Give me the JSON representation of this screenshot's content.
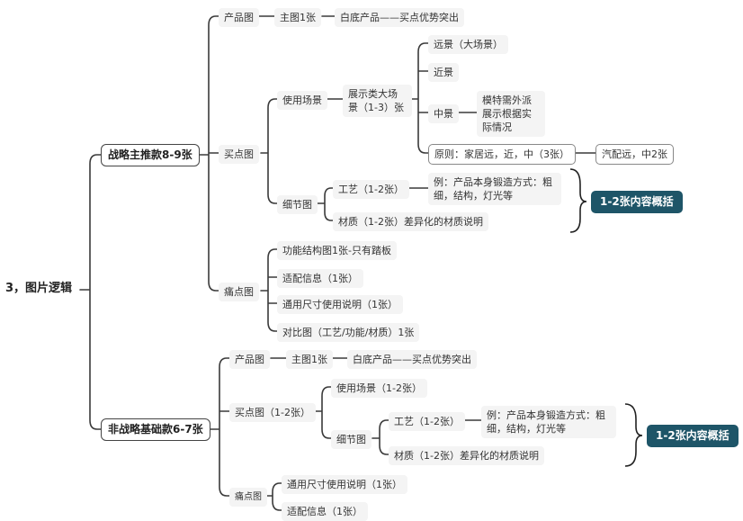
{
  "root": {
    "label": "3，图片逻辑"
  },
  "strategic": {
    "label": "战略主推款8-9张",
    "product": {
      "label": "产品图",
      "main": "主图1张",
      "detail": "白底产品——买点优势突出"
    },
    "selling": {
      "label": "买点图",
      "usage": {
        "label": "使用场景",
        "display": "展示类大场景（1-3）张",
        "far": "远景（大场景）",
        "near": "近景",
        "mid": "中景",
        "mid_detail": "模特需外派展示根据实际情况",
        "principle": "原则：家居远，近，中（3张）",
        "auto": "汽配远，中2张"
      },
      "detail": {
        "label": "细节图",
        "craft": "工艺（1-2张）",
        "craft_example": "例：产品本身锻造方式：粗细，结构，灯光等",
        "material": "材质（1-2张）差异化的材质说明"
      }
    },
    "pain": {
      "label": "痛点图",
      "items": [
        "功能结构图1张-只有踏板",
        "适配信息（1张）",
        "通用尺寸使用说明（1张）",
        "对比图（工艺/功能/材质）1张"
      ]
    },
    "summary": "1-2张内容概括"
  },
  "basic": {
    "label": "非战略基础款6-7张",
    "product": {
      "label": "产品图",
      "main": "主图1张",
      "detail": "白底产品——买点优势突出"
    },
    "selling": {
      "label": "买点图（1-2张）",
      "usage": "使用场景（1-2张）",
      "detail": {
        "label": "细节图",
        "craft": "工艺（1-2张）",
        "craft_example": "例：产品本身锻造方式：粗细，结构，灯光等",
        "material": "材质（1-2张）差异化的材质说明"
      }
    },
    "pain": {
      "label": "痛点图",
      "items": [
        "通用尺寸使用说明（1张）",
        "适配信息（1张）"
      ]
    },
    "summary": "1-2张内容概括"
  }
}
